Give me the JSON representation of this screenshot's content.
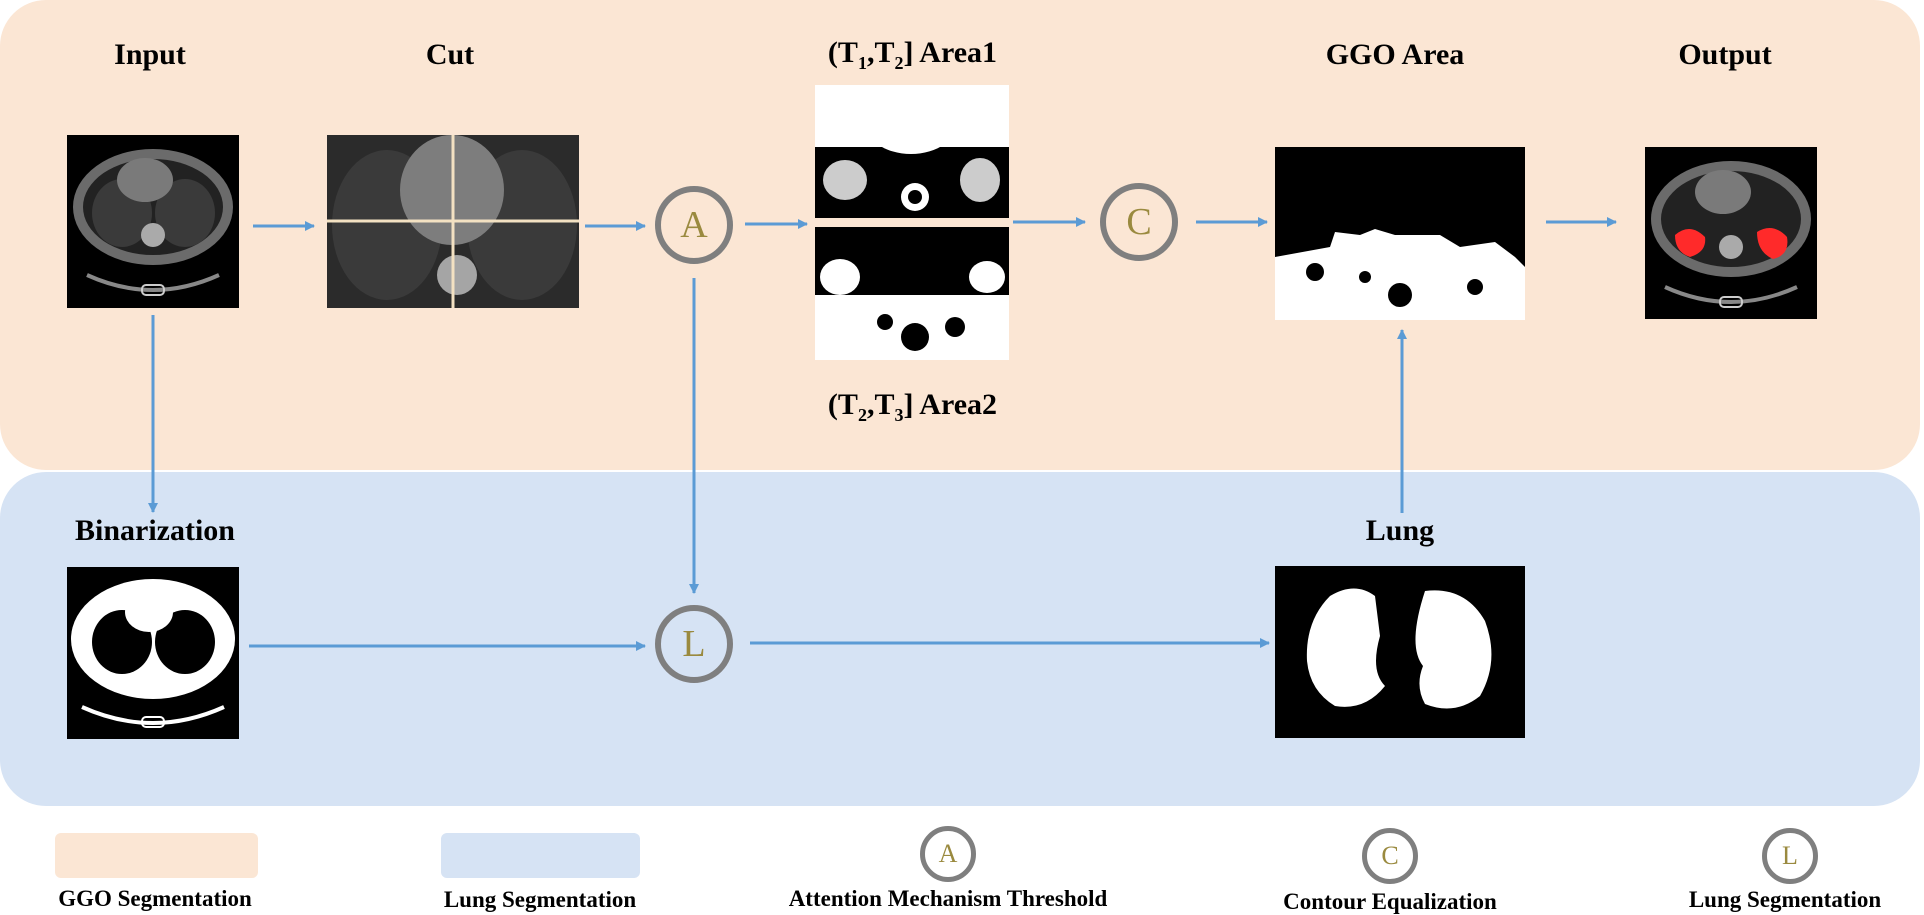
{
  "colors": {
    "ggo_panel": "#fbe6d4",
    "lung_panel": "#d6e3f4",
    "arrow": "#5b9bd5",
    "node_border": "#7f7f7f",
    "node_letter": "#9a8a3f",
    "lesion": "#ff2a2a"
  },
  "top": {
    "input_title": "Input",
    "cut_title": "Cut",
    "area1_t1": "T",
    "area1_s1": "1",
    "area1_t2": "T",
    "area1_s2": "2",
    "area1_rest": "Area1",
    "area2_t1": "T",
    "area2_s1": "2",
    "area2_t2": "T",
    "area2_s2": "3",
    "area2_rest": "Area2",
    "ggo_area_title": "GGO Area",
    "output_title": "Output"
  },
  "bottom": {
    "binarization_title": "Binarization",
    "lung_title": "Lung"
  },
  "nodes": {
    "a": "A",
    "c": "C",
    "l": "L"
  },
  "legend": {
    "ggo_segmentation": "GGO Segmentation",
    "lung_segmentation_box": "Lung Segmentation",
    "attention": "Attention Mechanism Threshold",
    "contour": "Contour Equalization",
    "lung_segmentation_node": "Lung Segmentation"
  }
}
